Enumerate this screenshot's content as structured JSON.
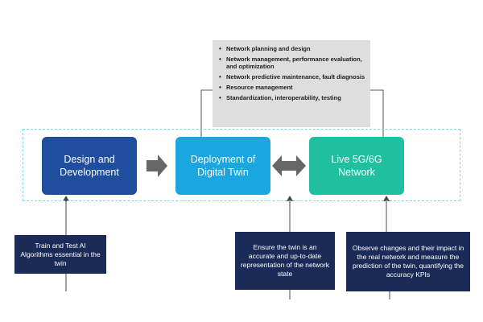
{
  "use_cases": {
    "items": [
      "Network planning and design",
      "Network management, performance evaluation, and optimization",
      "Network predictive maintenance, fault diagnosis",
      "Resource management",
      "Standardization, interoperability, testing"
    ]
  },
  "stages": {
    "design": "Design and Development",
    "deploy": "Deployment of Digital Twin",
    "live": "Live 5G/6G Network"
  },
  "notes": {
    "train": "Train and Test AI Algorithms essential in the twin",
    "ensure": "Ensure the twin is an accurate and up-to-date representation of the network state",
    "observe": "Observe changes and their impact in the real network and measure the prediction of the twin, quantifying the accuracy KPIs"
  },
  "colors": {
    "design": "#1f4e9e",
    "deploy": "#1aa7e0",
    "live": "#1fbfa0",
    "note": "#1b2b57",
    "frame": "#7fd3e6",
    "arrow": "#666666"
  }
}
